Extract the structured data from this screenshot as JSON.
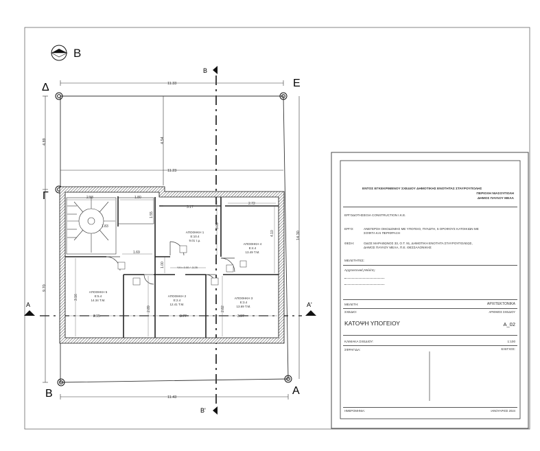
{
  "drawing": {
    "north_label": "B",
    "corners": {
      "top_left": "Δ",
      "top_right": "E",
      "mid_left": "Γ",
      "bottom_left": "B",
      "bottom_right": "A"
    },
    "section_marks": {
      "top": "B",
      "bottom": "B'",
      "left": "A",
      "right": "A'"
    },
    "dimensions": {
      "top_width": "11.33",
      "mid_width": "11.23",
      "bottom_width": "11.43",
      "left_upper": "4.89",
      "left_lower": "9.70",
      "right_total": "14.30",
      "center_upper": "4.54",
      "stair_width": "2.53",
      "stair_landing": "1.80",
      "stair_depth": "1.83",
      "stair_side": "1.55",
      "corridor": "1.69",
      "storage1_width": "3.17",
      "storage4_width": "2.72",
      "storage1_height": "3.09",
      "storage4_height": "4.10",
      "corridor_height": "1.00",
      "storage5_height": "3.16",
      "storage2_height": "2.89",
      "storage3_height": "2.82",
      "bottom_a": "2.95",
      "bottom_b": "3.77",
      "bottom_c": "3.97",
      "level_tag": "Υ.Κ=-0.00 / -3.25"
    },
    "rooms": [
      {
        "name": "ΑΠΟΘΗΚΗ 1",
        "area": "9.01 τ.μ.",
        "code": "Ε:10.4"
      },
      {
        "name": "ΑΠΟΘΗΚΗ 2",
        "area": "12.41 Τ.Μ.",
        "code": "Ε:2.4"
      },
      {
        "name": "ΑΠΟΘΗΚΗ 3",
        "area": "13.69 Τ.Μ.",
        "code": "Ε:3.4"
      },
      {
        "name": "ΑΠΟΘΗΚΗ 4",
        "area": "13.49 Τ.Μ.",
        "code": "Ε:4.4"
      },
      {
        "name": "ΑΠΟΘΗΚΗ 5",
        "area": "14.34 Τ.Μ.",
        "code": "Ε:5.4"
      }
    ]
  },
  "title_block": {
    "header_line1": "ΕΝΤΟΣ ΕΓΚΕΚΡΙΜΕΝΟΥ ΣΧΕΔΙΟΥ ΔΗΜΟΤΙΚΗΣ ΕΝΟΤΗΤΑΣ ΣΤΑΥΡΟΥΠΟΛΗΣ",
    "header_line2": "ΠΕΡΙΟΧΗ ΝΙΑΣΟΥΠΟΛΗ",
    "header_line3": "ΔΗΜΟΣ ΠΑΥΛΟΥ ΜΕΛΑ",
    "owner_label": "ΕΡΓΟΔΟΤΗΣ:",
    "owner_value": "EGIA CONSTRUCTION Ι.Κ.Ε.",
    "project_label": "ΕΡΓΟ:",
    "project_value_1": "ΑΝΕΓΕΡΣΗ ΟΙΚΟΔΟΜΗΣ ΜΕ ΥΠΟΓΕΙΟ, ΠΥΛΩΤΗ, 5 ΟΡΟΦΟΥΣ ΚΑΤΟΙΚΙΩΝ ΜΕ",
    "project_value_2": "ΣΟΦΙΤΑ ΚΑΙ ΠΕΡΙΦΡΑΞΗ",
    "location_label": "ΘΕΣΗ:",
    "location_value_1": "ΟΔΟΣ ΜΑΡΑΘΩΝΟΣ 33, Ο.Τ. 91, ΔΗΜΟΤΙΚΗ ΕΝΟΤΗΤΑ ΣΤΑΥΡΟΥΠΟΛΕΩΣ,",
    "location_value_2": "ΔΗΜΟΣ ΠΑΥΛΟΥ ΜΕΛΑ, Π.Ε. ΘΕΣΣΑΛΟΝΙΚΗΣ",
    "engineers_label": "ΜΕΛΕΤΗΤΕΣ:",
    "engineer_name": "Αρχιτεκτονική Μελέτη:",
    "study_label": "ΜΕΛΕΤΗ:",
    "study_value": "ΑΡΧΙΤΕΚΤΟΝΙΚΑ",
    "drawing_label": "ΣΧΕΔΙΟ:",
    "drawing_number_label": "ΑΡΙΘΜΟΣ ΣΧΕΔΙΟΥ",
    "drawing_title": "ΚΑΤΟΨΗ ΥΠΟΓΕΙΟΥ",
    "drawing_number": "Α_02",
    "scale_label": "ΚΛΙΜΑΚΑ ΣΧΕΔΙΟΥ:",
    "scale_value": "1:100",
    "seals_label": "ΣΦΡΑΓΙΔΑ:",
    "seals_right": "ΕΛΕΓΧΟΣ:",
    "date_label": "ΗΜΕΡΟΜΗΝΙΑ:",
    "date_value": "ΙΑΝΟΥΑΡΙΟΣ 2024"
  }
}
